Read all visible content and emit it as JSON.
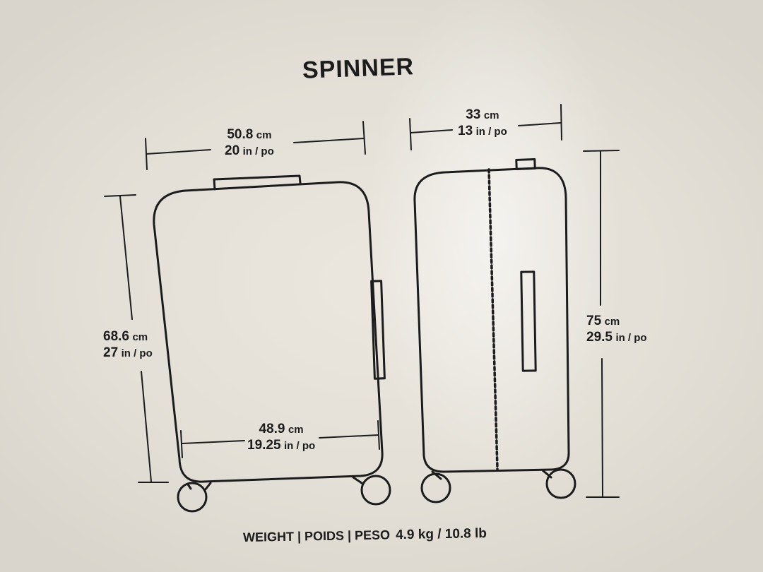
{
  "title": "SPINNER",
  "dimensions": {
    "front_width": {
      "metric": "50.8",
      "metric_unit": "cm",
      "imperial": "20",
      "imperial_unit": "in / po"
    },
    "front_height": {
      "metric": "68.6",
      "metric_unit": "cm",
      "imperial": "27",
      "imperial_unit": "in / po"
    },
    "front_base_width": {
      "metric": "48.9",
      "metric_unit": "cm",
      "imperial": "19.25",
      "imperial_unit": "in / po"
    },
    "side_depth": {
      "metric": "33",
      "metric_unit": "cm",
      "imperial": "13",
      "imperial_unit": "in / po"
    },
    "side_height": {
      "metric": "75",
      "metric_unit": "cm",
      "imperial": "29.5",
      "imperial_unit": "in / po"
    }
  },
  "weight": {
    "label": "WEIGHT | POIDS | PESO",
    "value": "4.9 kg / 10.8 lb"
  },
  "colors": {
    "line": "#1c1c1c",
    "background": "#e6e2d9"
  }
}
